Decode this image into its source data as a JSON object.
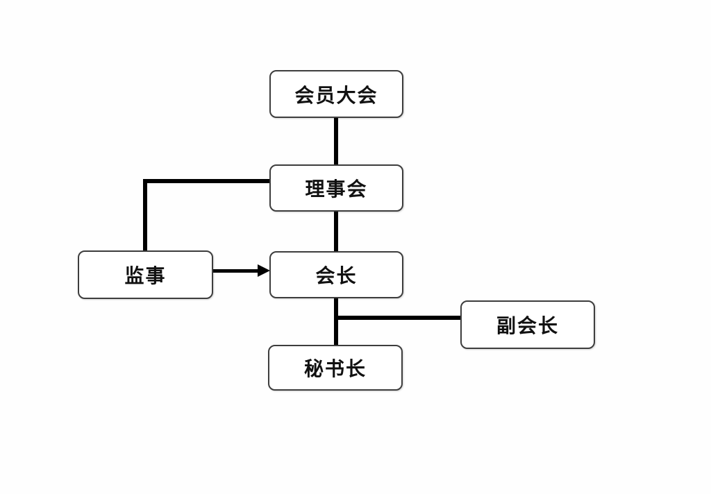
{
  "diagram": {
    "type": "org-chart",
    "background": "#fefefe",
    "colors": {
      "box_fill": "#ffffff",
      "box_border": "#3d3d3d",
      "connector": "#000000",
      "text": "#111111"
    },
    "nodes": [
      {
        "id": "assembly",
        "label": "会员大会"
      },
      {
        "id": "council",
        "label": "理事会"
      },
      {
        "id": "supervisor",
        "label": "监事"
      },
      {
        "id": "president",
        "label": "会长"
      },
      {
        "id": "vice_president",
        "label": "副会长"
      },
      {
        "id": "secretary",
        "label": "秘书长"
      }
    ],
    "edges": [
      {
        "from": "assembly",
        "to": "council",
        "style": "straight-vertical",
        "arrow": false
      },
      {
        "from": "council",
        "to": "president",
        "style": "straight-vertical",
        "arrow": false
      },
      {
        "from": "council",
        "to": "supervisor",
        "style": "elbow-left-down",
        "arrow": false
      },
      {
        "from": "supervisor",
        "to": "president",
        "style": "straight-horizontal",
        "arrow": true
      },
      {
        "from": "president",
        "to": "secretary",
        "style": "straight-vertical",
        "arrow": false
      },
      {
        "from": "president",
        "to": "vice_president",
        "style": "branch-right-from-trunk",
        "arrow": false
      }
    ]
  }
}
